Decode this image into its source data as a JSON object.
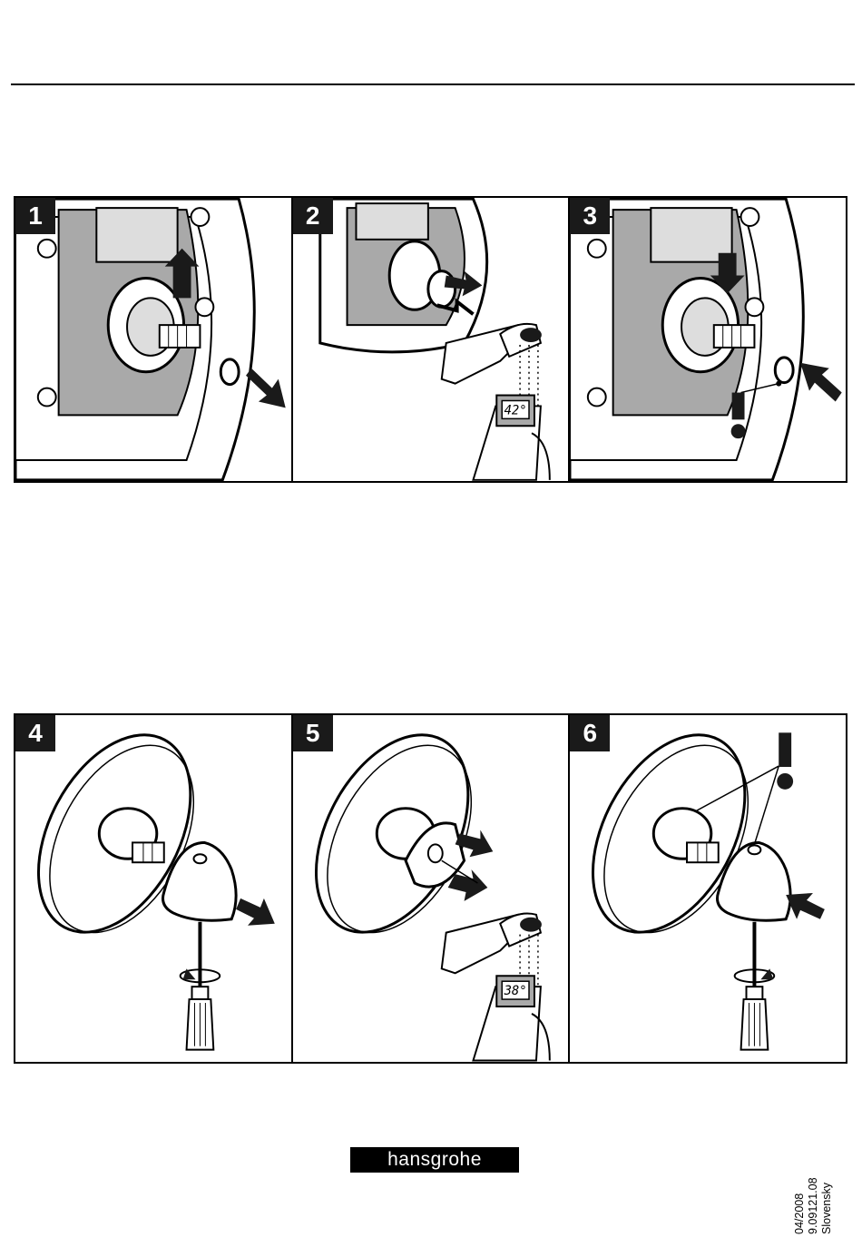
{
  "steps_row1": [
    {
      "number": "1"
    },
    {
      "number": "2",
      "display": "42°"
    },
    {
      "number": "3"
    }
  ],
  "steps_row2": [
    {
      "number": "4"
    },
    {
      "number": "5",
      "display": "38°"
    },
    {
      "number": "6"
    }
  ],
  "footer": {
    "logo": "hansgrohe",
    "date": "04/2008",
    "code": "9.09121.08",
    "language": "Slovensky"
  },
  "colors": {
    "ink": "#000000",
    "gray_fill": "#a9a9a9",
    "badge": "#1a1a1a"
  }
}
